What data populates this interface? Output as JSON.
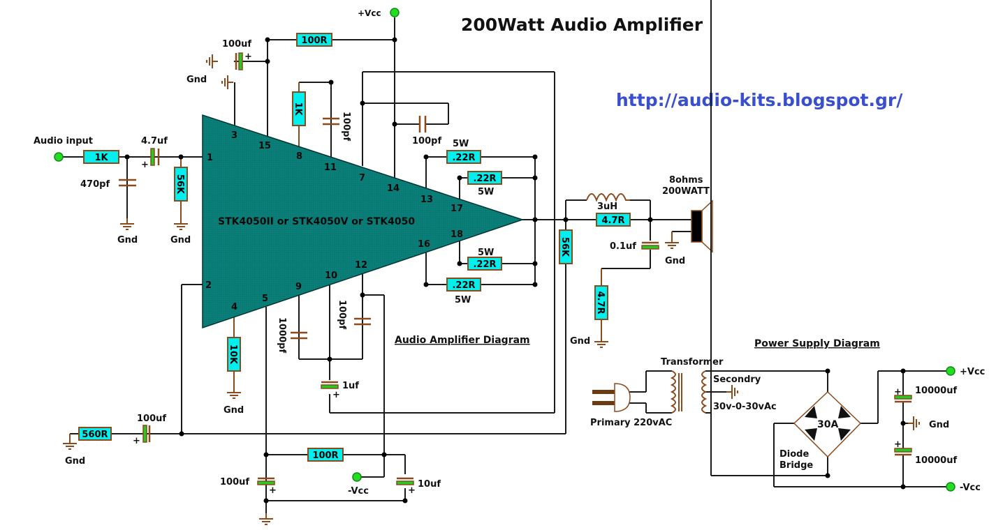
{
  "title": "200Watt Audio Amplifier",
  "url": "http://audio-kits.blogspot.gr/",
  "section_labels": {
    "amp": "Audio Amplifier Diagram",
    "psu": "Power Supply Diagram"
  },
  "chip_label": "STK4050II or STK4050V or STK4050",
  "pins": [
    "1",
    "2",
    "3",
    "4",
    "5",
    "7",
    "8",
    "9",
    "10",
    "11",
    "12",
    "13",
    "14",
    "15",
    "16",
    "17",
    "18"
  ],
  "terminals": {
    "vcc_top": "+Vcc",
    "audio_input": "Audio input",
    "vcc_neg_amp": "-Vcc",
    "vcc_pos_psu": "+Vcc",
    "vcc_neg_psu": "-Vcc"
  },
  "components": {
    "r_in": "1K",
    "c_in_filter": "470pf",
    "c_in": "4.7uf",
    "r_in_bias": "56K",
    "c_top": "100uf",
    "r_top": "100R",
    "r_pin8": "1K",
    "c_pin11": "100pf",
    "c_pin14": "100pf",
    "r_out1": ".22R",
    "r_out2": ".22R",
    "r_out3": ".22R",
    "r_out4": ".22R",
    "w1": "5W",
    "w2": "5W",
    "w3": "5W",
    "w4": "5W",
    "l_out": "3uH",
    "r_zobel_series": "4.7R",
    "r_fb": "56K",
    "c_zobel": "0.1uf",
    "r_zobel": "4.7R",
    "speaker_ohms": "8ohms",
    "speaker_watt": "200WATT",
    "r_pin4": "10K",
    "c_pin9": "1000pf",
    "c_pin12": "100pf",
    "c_1uf": "1uf",
    "r_fb_gnd": "560R",
    "c_fb": "100uf",
    "r_bot": "100R",
    "c_bot1": "100uf",
    "c_bot2": "10uf"
  },
  "gnd_label": "Gnd",
  "psu": {
    "transformer": "Transformer",
    "secondary": "Secondry",
    "secondary_voltage": "30v-0-30vAc",
    "primary": "Primary 220vAC",
    "bridge_current": "30A",
    "bridge_label_1": "Diode",
    "bridge_label_2": "Bridge",
    "cap1": "10000uf",
    "cap2": "10000uf",
    "gnd": "Gnd"
  }
}
